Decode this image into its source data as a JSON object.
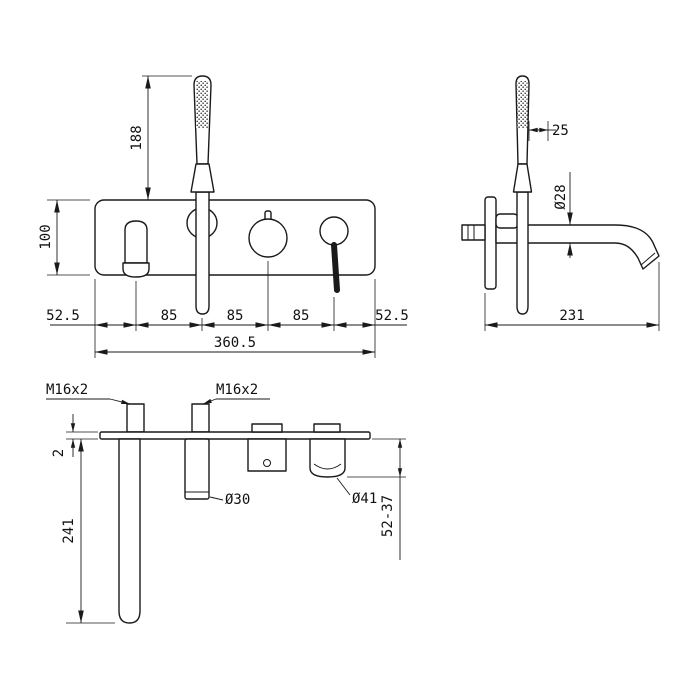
{
  "drawing": {
    "front_view": {
      "plate_height": "100",
      "handshower_height": "188",
      "bottom_segments": [
        "52.5",
        "85",
        "85",
        "85",
        "52.5"
      ],
      "total_width": "360.5"
    },
    "side_view": {
      "handshower_offset": "25",
      "spout_diameter": "Ø28",
      "spout_reach": "231"
    },
    "plan_view": {
      "thread_label_1": "M16x2",
      "thread_label_2": "M16x2",
      "plate_thickness": "2",
      "spout_tube_length": "241",
      "cartridge_diameter": "Ø30",
      "body_diameter": "Ø41",
      "depth_range": "52-37"
    }
  }
}
